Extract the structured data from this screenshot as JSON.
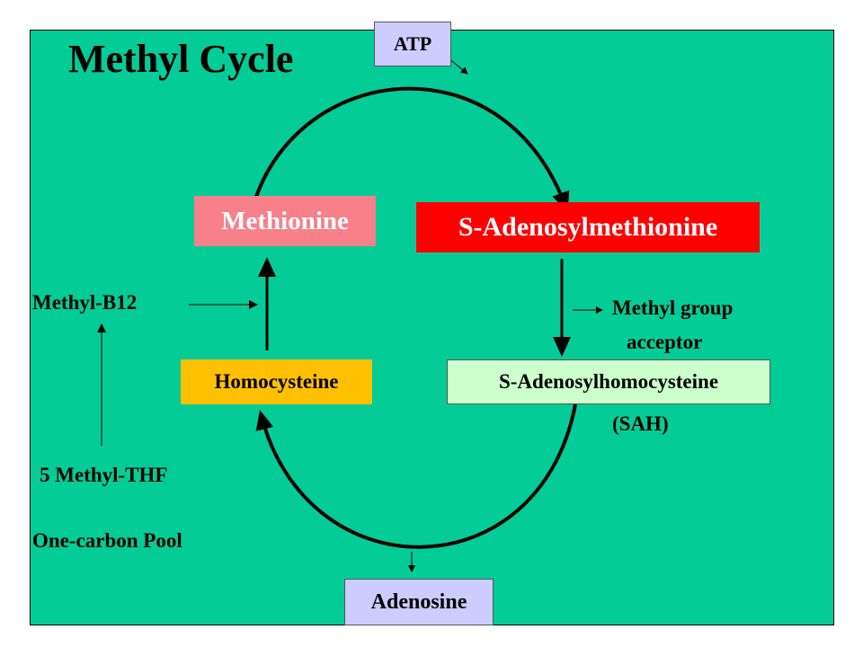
{
  "colors": {
    "background": "#04CC96",
    "atp_box": "#CCCCFF",
    "methionine_box": "#F7808A",
    "sam_box": "#FF0000",
    "homocysteine_box": "#FFC000",
    "sah_box": "#CCFFCC",
    "adenosine_box": "#CCCCFF"
  },
  "diagram": {
    "title": "Methyl Cycle",
    "nodes": {
      "atp": "ATP",
      "methionine": "Methionine",
      "sam": "S-Adenosylmethionine",
      "homocysteine": "Homocysteine",
      "sah": "S-Adenosylhomocysteine",
      "adenosine": "Adenosine"
    },
    "labels": {
      "methyl_b12": "Methyl-B12",
      "methyl_group": "Methyl group",
      "acceptor": "acceptor",
      "sah_abbrev": "(SAH)",
      "methyl_thf": "5 Methyl-THF",
      "one_carbon": "One-carbon Pool"
    }
  }
}
